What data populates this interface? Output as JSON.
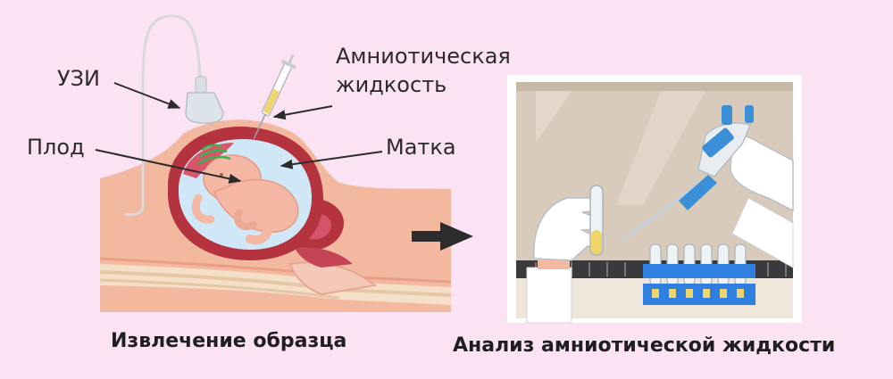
{
  "labels": {
    "ultrasound": "УЗИ",
    "amniotic_fluid_line1": "Амниотическая",
    "amniotic_fluid_line2": "жидкость",
    "fetus": "Плод",
    "uterus": "Матка"
  },
  "captions": {
    "left": "Извлечение образца",
    "right": "Анализ амниотической жидкости"
  },
  "icons": {
    "arrow": "right-arrow-icon",
    "ultrasound_probe": "ultrasound-probe-icon",
    "syringe": "syringe-icon",
    "pipette": "pipette-icon",
    "test_tube": "test-tube-icon",
    "tube_rack": "tube-rack-icon"
  },
  "colors": {
    "background": "#fbe3f3",
    "skin": "#f3b9a0",
    "uterus": "#b5333e",
    "amniotic_fluid": "#cfe7f6",
    "fetus": "#f4b8a4",
    "pipette_blue": "#3a8fd6",
    "rack_blue": "#2e7fe0",
    "lab_panel": "#d9cbbb"
  }
}
